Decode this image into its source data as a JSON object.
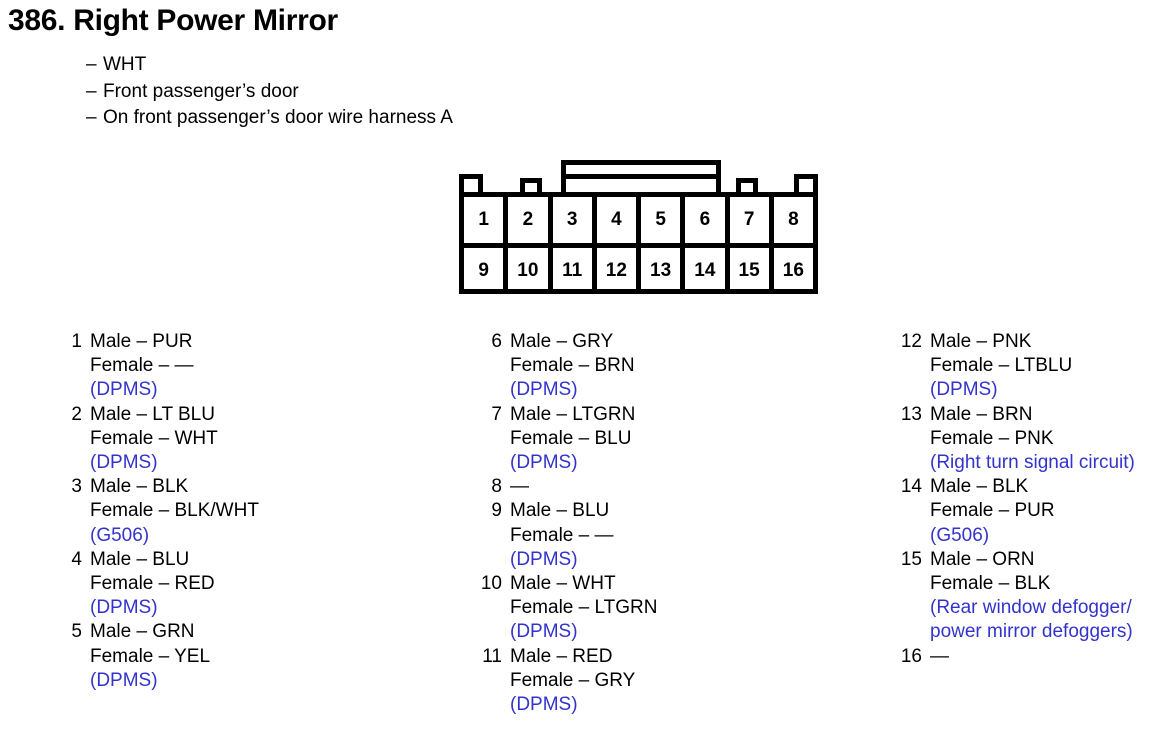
{
  "header": {
    "title": "386.  Right Power Mirror",
    "bullets": [
      "WHT",
      "Front passenger’s door",
      "On front passenger’s door wire harness A"
    ],
    "dash": "–"
  },
  "connector": {
    "name": "16-pin connector",
    "top_row": [
      "1",
      "2",
      "3",
      "4",
      "5",
      "6",
      "7",
      "8"
    ],
    "bottom_row": [
      "9",
      "10",
      "11",
      "12",
      "13",
      "14",
      "15",
      "16"
    ]
  },
  "colors": {
    "note_blue": "#3333cc",
    "text_black": "#000000"
  },
  "pins": {
    "column1": [
      {
        "num": "1",
        "male": "Male – PUR",
        "female": "Female – —",
        "note": "(DPMS)"
      },
      {
        "num": "2",
        "male": "Male – LT BLU",
        "female": "Female – WHT",
        "note": "(DPMS)"
      },
      {
        "num": "3",
        "male": "Male – BLK",
        "female": "Female – BLK/WHT",
        "note": "(G506)"
      },
      {
        "num": "4",
        "male": "Male – BLU",
        "female": "Female – RED",
        "note": "(DPMS)"
      },
      {
        "num": "5",
        "male": "Male – GRN",
        "female": "Female – YEL",
        "note": "(DPMS)"
      }
    ],
    "column2": [
      {
        "num": "6",
        "male": "Male – GRY",
        "female": "Female – BRN",
        "note": "(DPMS)"
      },
      {
        "num": "7",
        "male": "Male – LTGRN",
        "female": "Female – BLU",
        "note": "(DPMS)"
      },
      {
        "num": "8",
        "male": "—",
        "female": "",
        "note": ""
      },
      {
        "num": "9",
        "male": "Male – BLU",
        "female": "Female – —",
        "note": "(DPMS)"
      },
      {
        "num": "10",
        "male": "Male – WHT",
        "female": "Female – LTGRN",
        "note": "(DPMS)"
      },
      {
        "num": "11",
        "male": "Male – RED",
        "female": "Female – GRY",
        "note": "(DPMS)"
      }
    ],
    "column3": [
      {
        "num": "12",
        "male": "Male – PNK",
        "female": "Female – LTBLU",
        "note": "(DPMS)"
      },
      {
        "num": "13",
        "male": "Male – BRN",
        "female": "Female – PNK",
        "note": "(Right turn signal circuit)"
      },
      {
        "num": "14",
        "male": "Male – BLK",
        "female": "Female – PUR",
        "note": "(G506)"
      },
      {
        "num": "15",
        "male": "Male – ORN",
        "female": "Female – BLK",
        "note": "(Rear window defogger/ power mirror defoggers)"
      },
      {
        "num": "16",
        "male": "—",
        "female": "",
        "note": ""
      }
    ]
  }
}
